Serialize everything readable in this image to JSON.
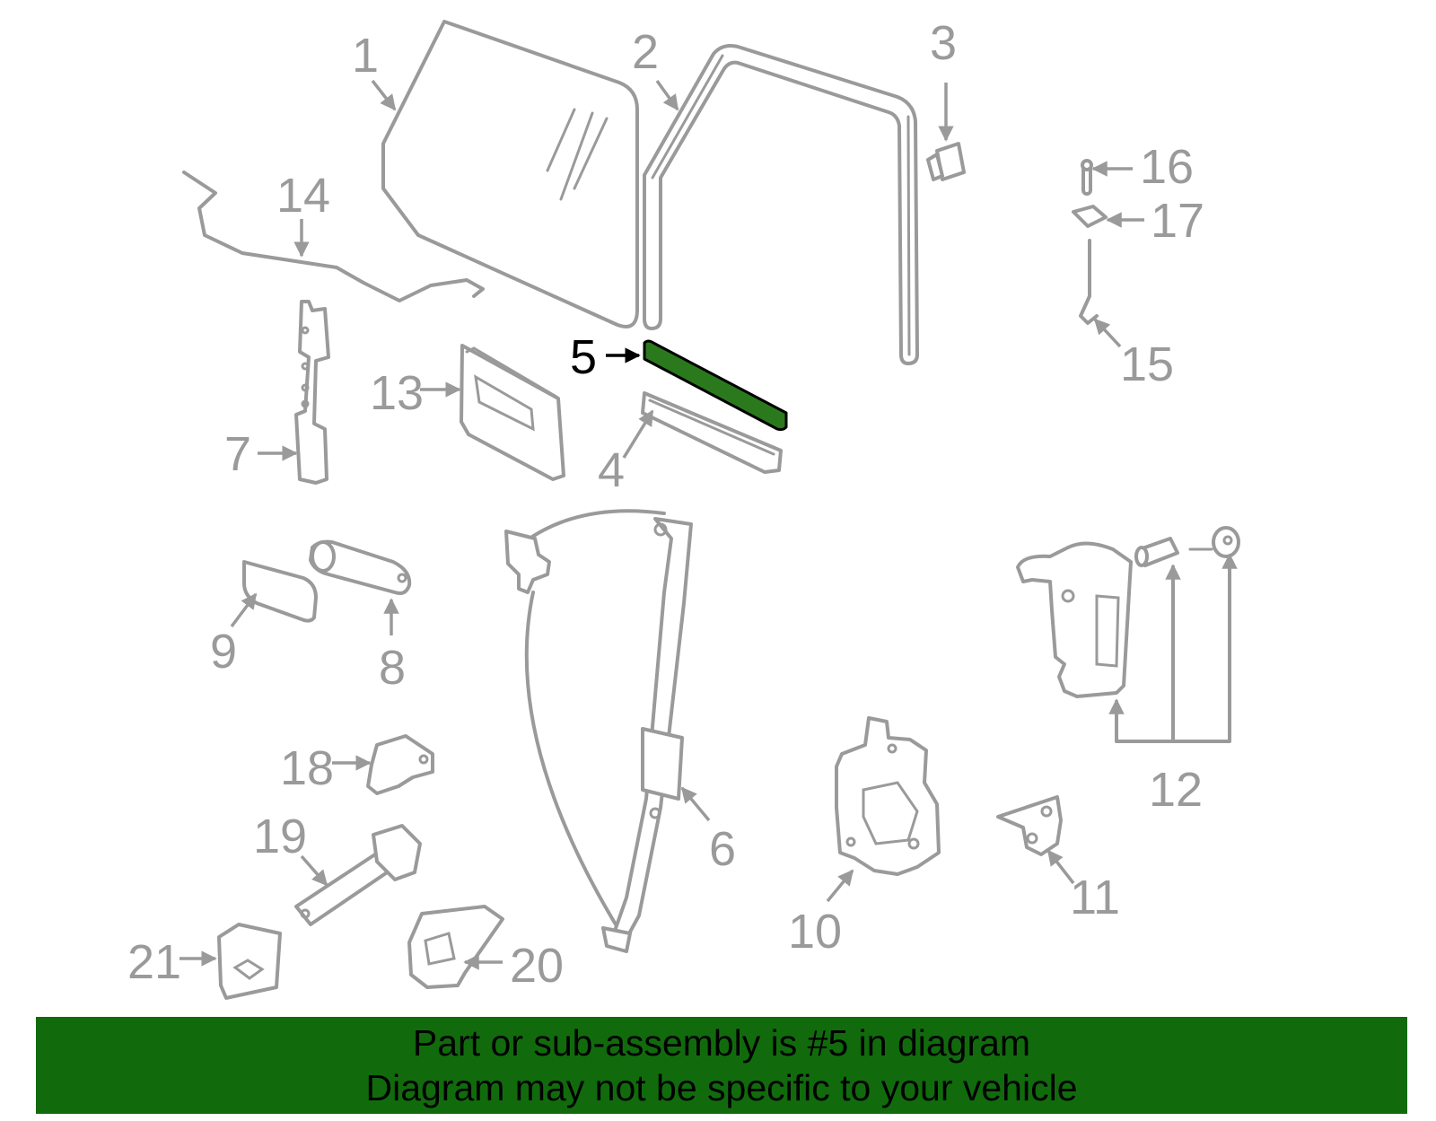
{
  "callouts": [
    "1",
    "2",
    "3",
    "4",
    "5",
    "6",
    "7",
    "8",
    "9",
    "10",
    "11",
    "12",
    "13",
    "14",
    "15",
    "16",
    "17",
    "18",
    "19",
    "20",
    "21"
  ],
  "highlighted_part": "5",
  "highlight_color": "#2a7a1d",
  "line_color": "#9a9a9a",
  "banner": {
    "color": "#116b0d",
    "line1": "Part or sub-assembly is #5 in diagram",
    "line2": "Diagram may not be specific to your vehicle"
  }
}
